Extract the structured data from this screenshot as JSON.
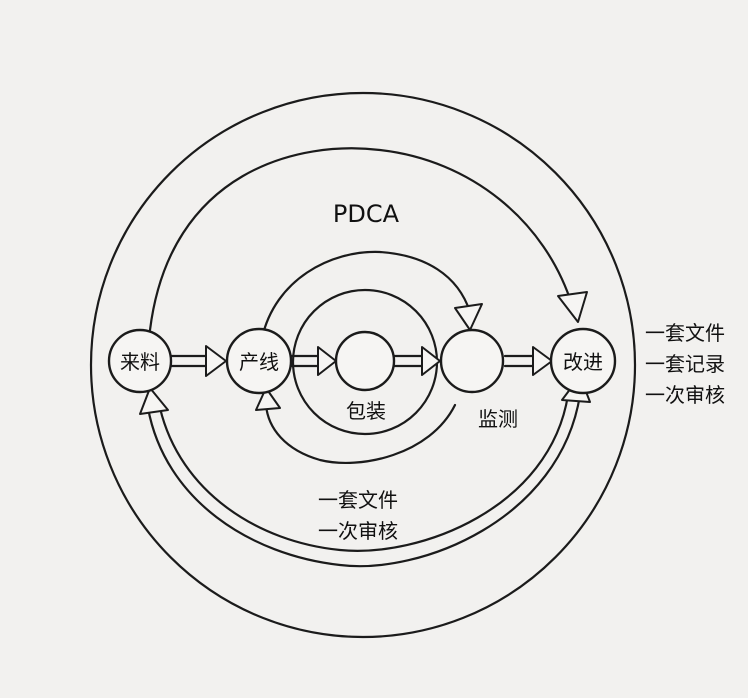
{
  "diagram": {
    "title": "PDCA",
    "nodes": {
      "incoming": "来料",
      "production": "产线",
      "packaging": "包装",
      "monitoring": "监测",
      "improvement": "改进"
    },
    "notes_right": [
      "一套文件",
      "一套记录",
      "一次审核"
    ],
    "notes_bottom": [
      "一套文件",
      "一次审核"
    ]
  }
}
